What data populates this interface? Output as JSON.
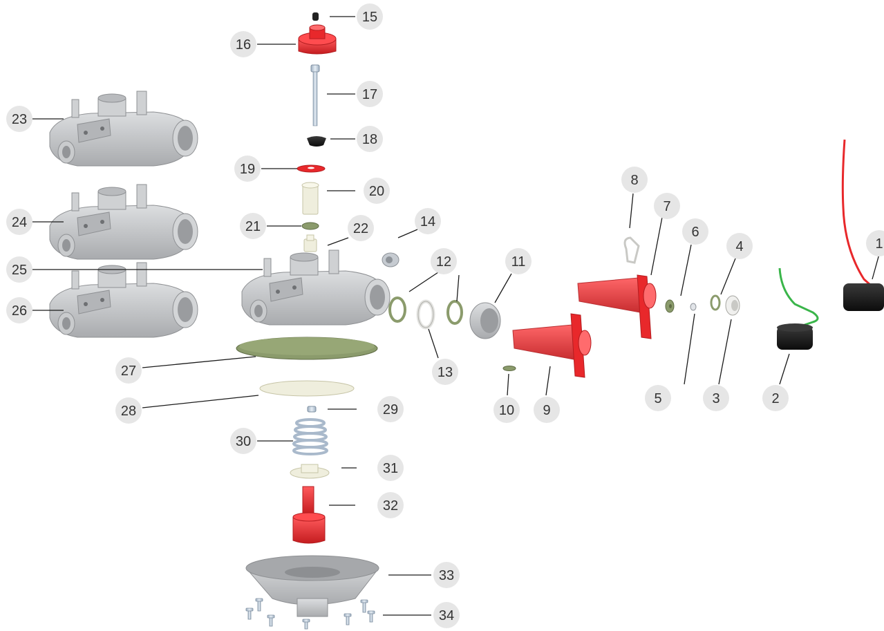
{
  "colors": {
    "background": "#ffffff",
    "callout_circle": "#e6e6e6",
    "callout_text": "#333333",
    "leader_line": "#1a1a1a",
    "grey_part": "#c6c8ca",
    "grey_shadow": "#a7a9ac",
    "red_part": "#e8282b",
    "red_dark": "#b31d20",
    "green_seal": "#8b9b6c",
    "cream_part": "#efeedd",
    "black_part": "#1d1d1d",
    "steel": "#b8c6d4"
  },
  "callouts": {
    "n1": "1",
    "n2": "2",
    "n3": "3",
    "n4": "4",
    "n5": "5",
    "n6": "6",
    "n7": "7",
    "n8": "8",
    "n9": "9",
    "n10": "10",
    "n11": "11",
    "n12": "12",
    "n13": "13",
    "n14": "14",
    "n15": "15",
    "n16": "16",
    "n17": "17",
    "n18": "18",
    "n19": "19",
    "n20": "20",
    "n21": "21",
    "n22": "22",
    "n23": "23",
    "n24": "24",
    "n25": "25",
    "n26": "26",
    "n27": "27",
    "n28": "28",
    "n29": "29",
    "n30": "30",
    "n31": "31",
    "n32": "32",
    "n33": "33",
    "n34": "34"
  }
}
